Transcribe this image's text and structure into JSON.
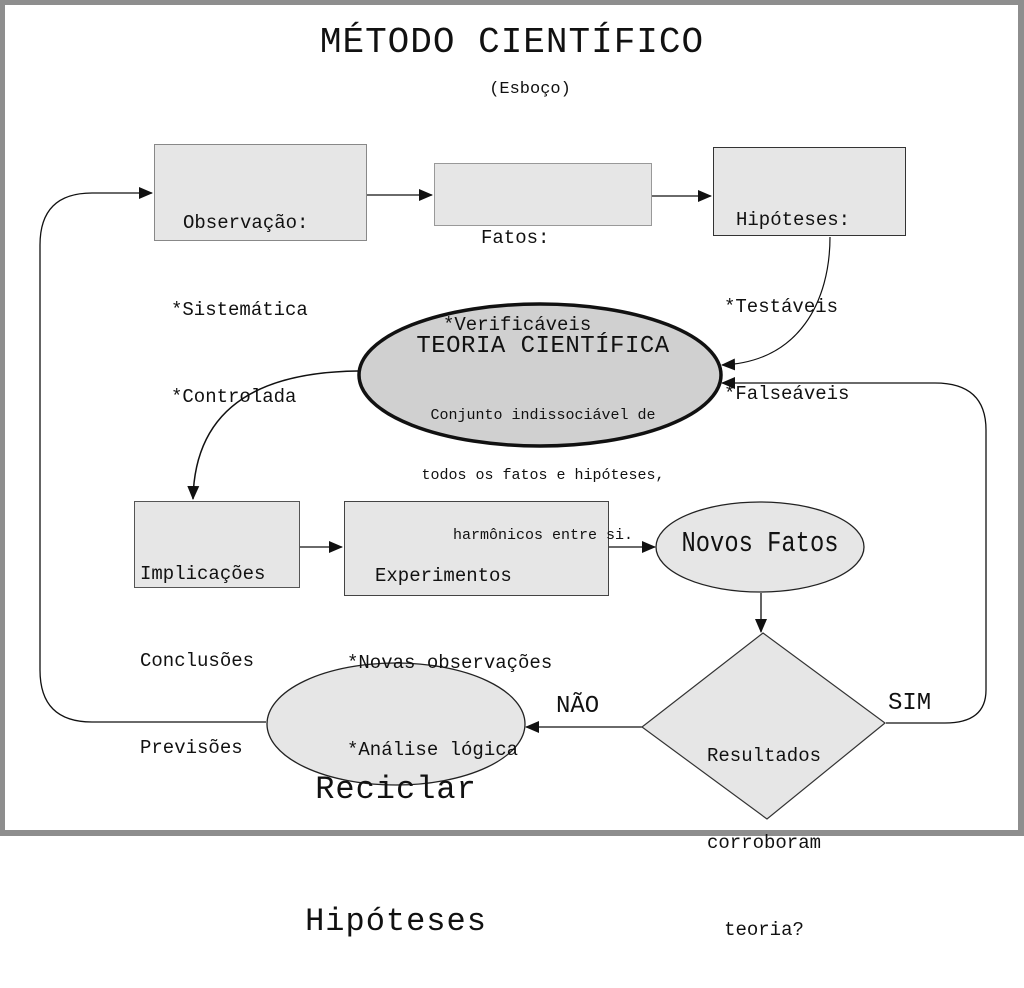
{
  "diagram": {
    "title": "MÉTODO CIENTÍFICO",
    "subtitle": "(Esboço)",
    "nodes": {
      "observacao": {
        "lines": [
          "Observação:",
          "*Sistemática",
          "*Controlada"
        ]
      },
      "fatos": {
        "lines": [
          "Fatos:",
          "*Verificáveis"
        ]
      },
      "hipoteses": {
        "lines": [
          "Hipóteses:",
          "*Testáveis",
          "*Falseáveis"
        ]
      },
      "teoria": {
        "title": "TEORIA CIENTÍFICA",
        "description": [
          "Conjunto indissociável de",
          "todos os fatos e hipóteses,",
          "harmônicos entre si."
        ]
      },
      "implicacoes": {
        "lines": [
          "Implicações",
          "Conclusões",
          "Previsões"
        ]
      },
      "experimentos": {
        "lines": [
          "Experimentos",
          "*Novas observações",
          "*Análise lógica"
        ]
      },
      "novos_fatos": {
        "label": "Novos Fatos"
      },
      "decisao": {
        "lines": [
          "Resultados",
          "corroboram",
          "teoria?"
        ]
      },
      "reciclar": {
        "lines": [
          "Reciclar",
          "Hipóteses"
        ]
      }
    },
    "edge_labels": {
      "no": "NÃO",
      "yes": "SIM"
    },
    "edges": [
      {
        "from": "observacao",
        "to": "fatos"
      },
      {
        "from": "fatos",
        "to": "hipoteses"
      },
      {
        "from": "hipoteses",
        "to": "teoria"
      },
      {
        "from": "teoria",
        "to": "implicacoes"
      },
      {
        "from": "implicacoes",
        "to": "experimentos"
      },
      {
        "from": "experimentos",
        "to": "novos_fatos"
      },
      {
        "from": "novos_fatos",
        "to": "decisao"
      },
      {
        "from": "decisao",
        "to": "reciclar",
        "label": "NÃO"
      },
      {
        "from": "decisao",
        "to": "teoria",
        "label": "SIM"
      },
      {
        "from": "reciclar",
        "to": "observacao"
      }
    ],
    "colors": {
      "box_fill": "#e6e6e6",
      "teoria_fill": "#d0d0d0",
      "frame": "#8e8e8e",
      "stroke": "#111111"
    }
  }
}
